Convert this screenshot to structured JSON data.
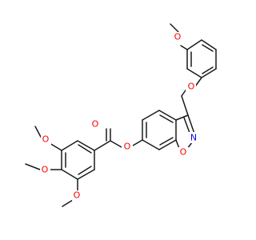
{
  "molecule": {
    "atom_colors": {
      "O": "#ff0000",
      "N": "#0000ff",
      "C": "#1a1a1a"
    },
    "labels": {
      "carbonyl_O": "O",
      "ester_O": "O",
      "ring_O": "O",
      "ring_N": "N",
      "ether_O": "O",
      "top_methoxy_O": "O",
      "left_methoxy_O_upper": "O",
      "left_methoxy_O_middle": "O",
      "left_methoxy_O_lower": "O"
    }
  }
}
